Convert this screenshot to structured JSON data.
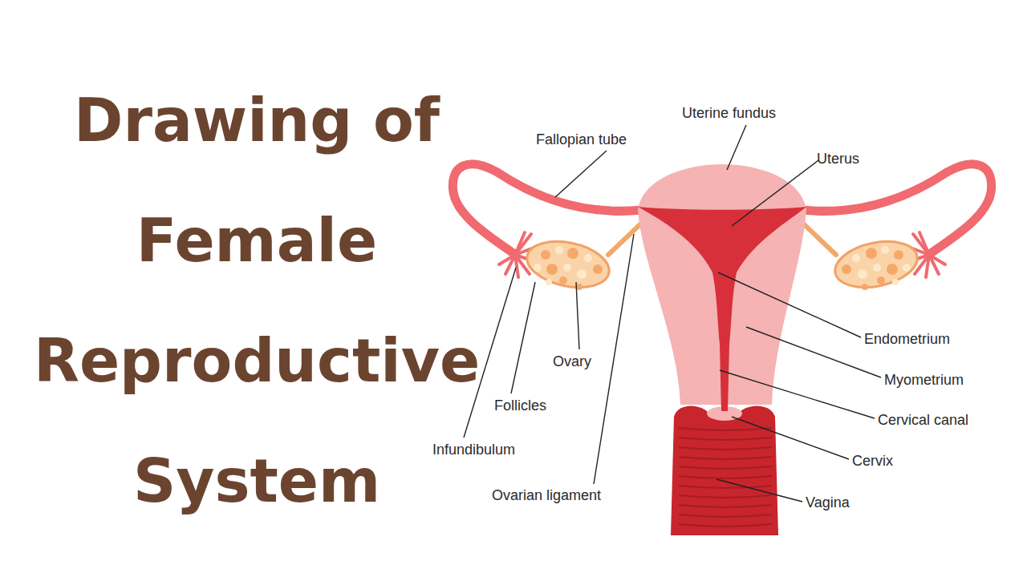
{
  "diagram": {
    "title": "Drawing of Female Reproductive System",
    "labels": [
      "Uterine fundus",
      "Fallopian tube",
      "Uterus",
      "Endometrium",
      "Myometrium",
      "Cervical canal",
      "Cervix",
      "Vagina",
      "Ovary",
      "Follicles",
      "Infundibulum",
      "Ovarian ligament"
    ]
  }
}
